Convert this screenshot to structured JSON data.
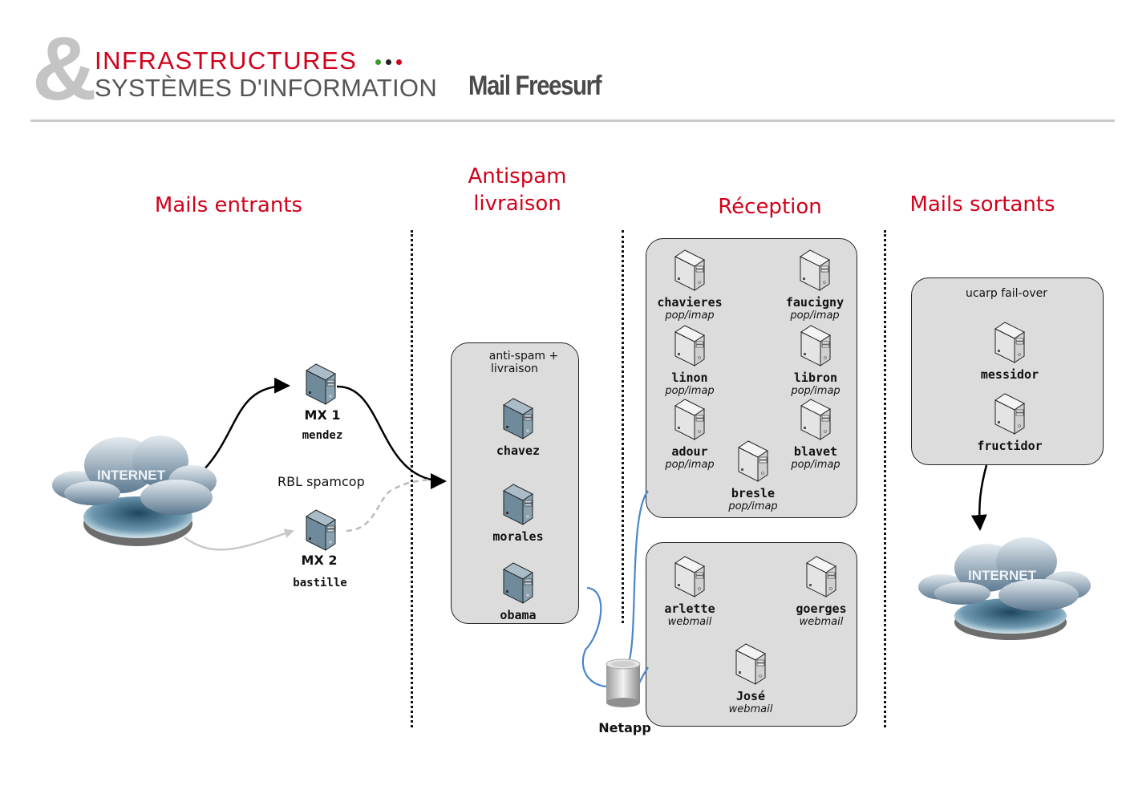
{
  "header": {
    "brand_symbol": "&",
    "brand_line1": "INFRASTRUCTURES",
    "brand_line2": "SYSTÈMES D'INFORMATION",
    "brand_dot_colors": [
      "#3a9a2a",
      "#222222",
      "#d0021b"
    ],
    "page_title": "Mail Freesurf"
  },
  "colors": {
    "accent_red": "#d0021b",
    "box_fill": "#dcdcdc",
    "link_blue": "#4a86c8",
    "server_dark": "#6f8a9a",
    "server_light": "#e6e6e6"
  },
  "sections": {
    "incoming": "Mails entrants",
    "antispam_line1": "Antispam",
    "antispam_line2": "livraison",
    "reception": "Réception",
    "outgoing": "Mails sortants"
  },
  "incoming": {
    "internet_label": "INTERNET",
    "mx1": {
      "title": "MX 1",
      "host": "mendez"
    },
    "mx2": {
      "title": "MX 2",
      "host": "bastille"
    },
    "rbl_note": "RBL spamcop"
  },
  "antispam": {
    "group_label_line1": "anti-spam +",
    "group_label_line2": "livraison",
    "servers": [
      "chavez",
      "morales",
      "obama"
    ]
  },
  "reception": {
    "popimap_servers": [
      {
        "host": "chavieres",
        "role": "pop/imap"
      },
      {
        "host": "faucigny",
        "role": "pop/imap"
      },
      {
        "host": "linon",
        "role": "pop/imap"
      },
      {
        "host": "libron",
        "role": "pop/imap"
      },
      {
        "host": "adour",
        "role": "pop/imap"
      },
      {
        "host": "blavet",
        "role": "pop/imap"
      },
      {
        "host": "bresle",
        "role": "pop/imap"
      }
    ],
    "webmail_servers": [
      {
        "host": "arlette",
        "role": "webmail"
      },
      {
        "host": "goerges",
        "role": "webmail"
      },
      {
        "host": "José",
        "role": "webmail"
      }
    ],
    "storage_label": "Netapp"
  },
  "outgoing": {
    "group_label": "ucarp fail-over",
    "servers": [
      "messidor",
      "fructidor"
    ],
    "internet_label": "INTERNET"
  }
}
